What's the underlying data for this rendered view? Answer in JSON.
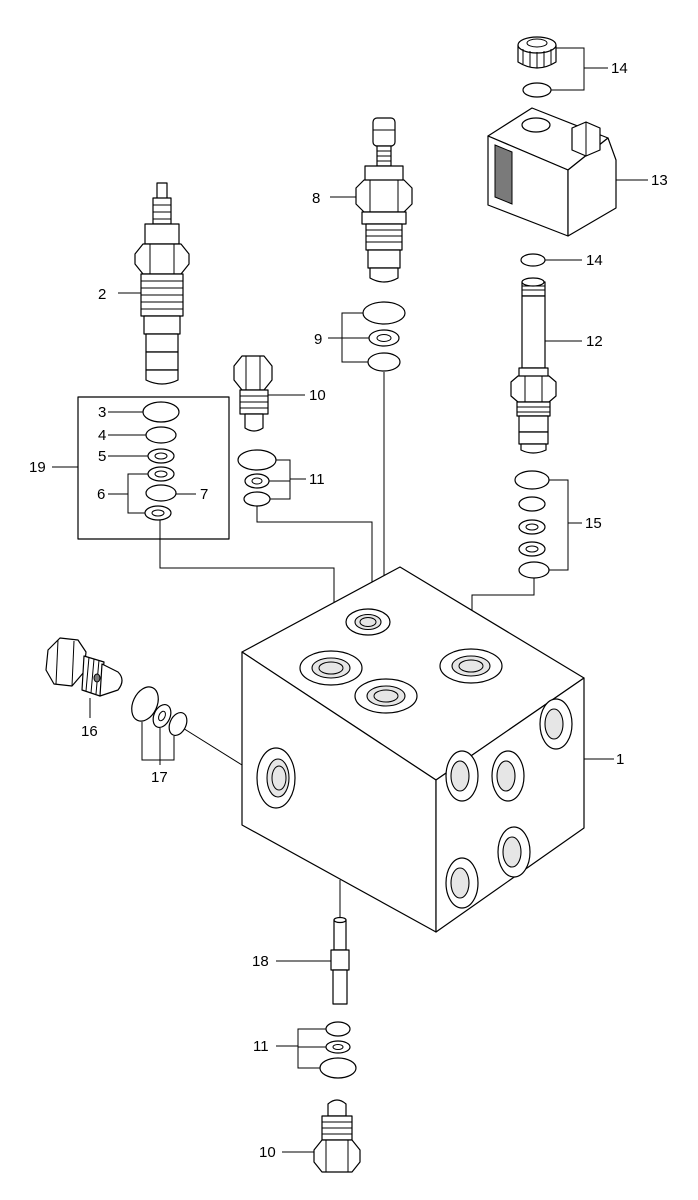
{
  "callouts": {
    "c1": "1",
    "c2": "2",
    "c3": "3",
    "c4": "4",
    "c5": "5",
    "c6": "6",
    "c7": "7",
    "c8": "8",
    "c9": "9",
    "c10a": "10",
    "c10b": "10",
    "c11a": "11",
    "c11b": "11",
    "c12": "12",
    "c13": "13",
    "c14a": "14",
    "c14b": "14",
    "c15": "15",
    "c16": "16",
    "c17": "17",
    "c18": "18",
    "c19": "19"
  },
  "icons": {
    "block": "valve-block-icon",
    "cartridge": "cartridge-valve-icon",
    "coil": "solenoid-coil-icon",
    "seal": "o-ring-icon",
    "plug": "plug-icon",
    "pin": "dowel-pin-icon"
  }
}
